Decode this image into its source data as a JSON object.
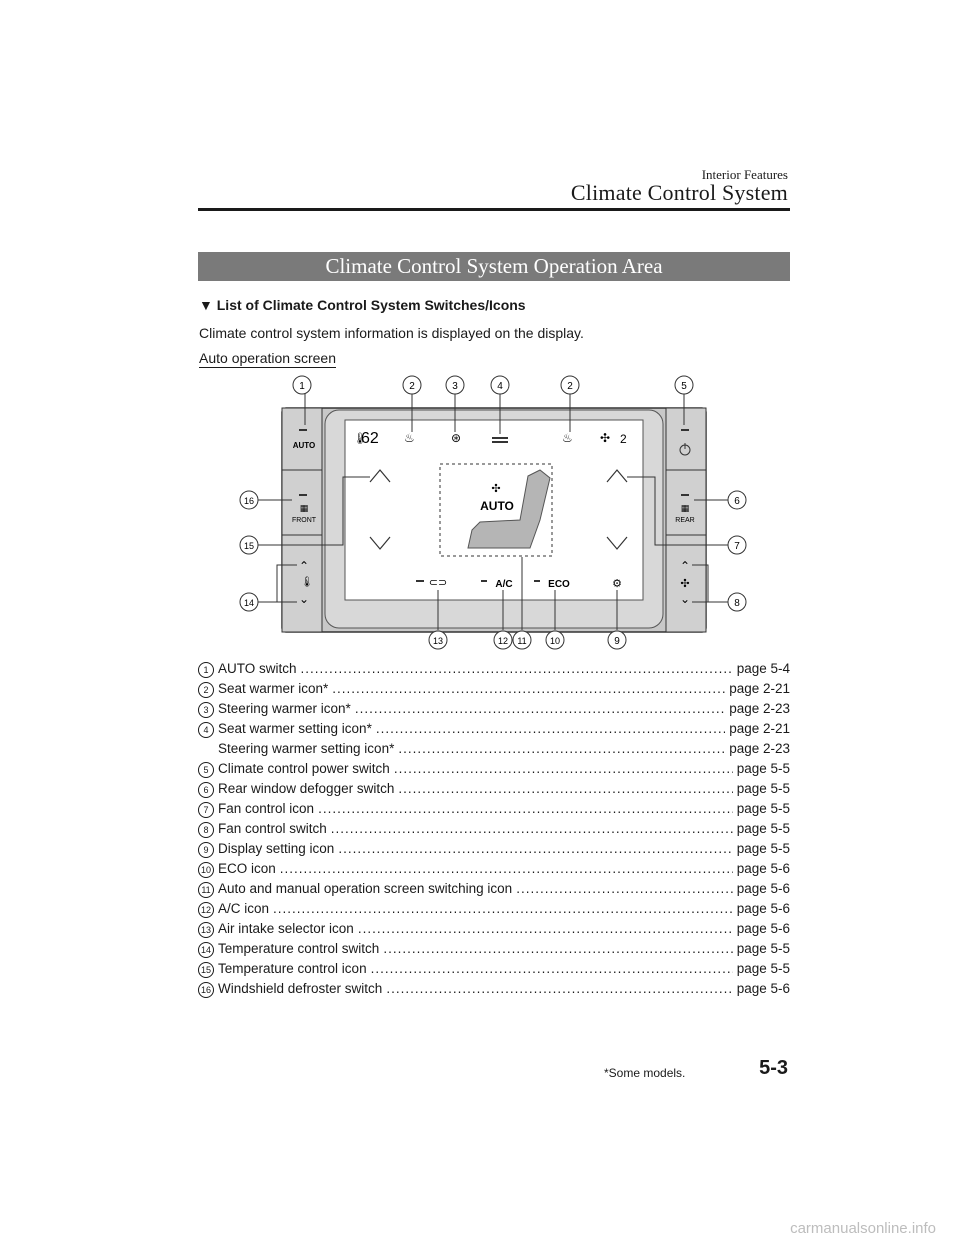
{
  "header": {
    "subtitle": "Interior Features",
    "title": "Climate Control System"
  },
  "section": {
    "title": "Climate Control System Operation Area"
  },
  "subheading": "▼ List of Climate Control System Switches/Icons",
  "intro": "Climate control system information is displayed on the display.",
  "screen_label": "Auto operation screen",
  "diagram": {
    "callouts": [
      "1",
      "2",
      "3",
      "4",
      "2",
      "5",
      "16",
      "6",
      "15",
      "7",
      "14",
      "8",
      "13",
      "12",
      "11",
      "10",
      "9"
    ],
    "left_buttons": [
      "AUTO",
      "FRONT"
    ],
    "right_buttons": [
      "REAR"
    ],
    "display": {
      "temperature": "62",
      "fan_level": "2",
      "center_label": "AUTO",
      "bottom_labels": [
        "A/C",
        "ECO"
      ]
    }
  },
  "items": [
    {
      "num": "1",
      "label": "AUTO switch",
      "page": "page 5-4"
    },
    {
      "num": "2",
      "label": "Seat warmer icon*",
      "page": "page 2-21"
    },
    {
      "num": "3",
      "label": "Steering warmer icon*",
      "page": "page 2-23"
    },
    {
      "num": "4",
      "label": "Seat warmer setting icon*",
      "page": "page 2-21"
    },
    {
      "num": "",
      "label": "Steering warmer setting icon*",
      "page": "page 2-23"
    },
    {
      "num": "5",
      "label": "Climate control power switch",
      "page": "page 5-5"
    },
    {
      "num": "6",
      "label": "Rear window defogger switch",
      "page": "page 5-5"
    },
    {
      "num": "7",
      "label": "Fan control icon",
      "page": "page 5-5"
    },
    {
      "num": "8",
      "label": "Fan control switch",
      "page": "page 5-5"
    },
    {
      "num": "9",
      "label": "Display setting icon",
      "page": "page 5-5"
    },
    {
      "num": "10",
      "label": "ECO icon",
      "page": "page 5-6"
    },
    {
      "num": "11",
      "label": "Auto and manual operation screen switching icon",
      "page": "page 5-6"
    },
    {
      "num": "12",
      "label": "A/C icon",
      "page": "page 5-6"
    },
    {
      "num": "13",
      "label": "Air intake selector icon",
      "page": "page 5-6"
    },
    {
      "num": "14",
      "label": "Temperature control switch",
      "page": "page 5-5"
    },
    {
      "num": "15",
      "label": "Temperature control icon",
      "page": "page 5-5"
    },
    {
      "num": "16",
      "label": "Windshield defroster switch",
      "page": "page 5-6"
    }
  ],
  "footer": {
    "note": "*Some models.",
    "page": "5-3"
  },
  "watermark": "carmanualsonline.info"
}
